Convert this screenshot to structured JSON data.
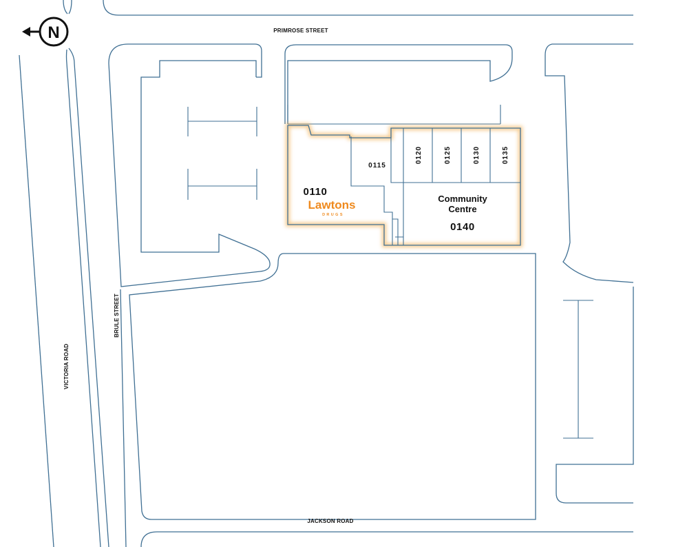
{
  "compass": {
    "label": "N",
    "icon": "north-arrow-icon"
  },
  "streets": {
    "primrose": "PRIMROSE STREET",
    "brule": "BRULE STREET",
    "victoria": "VICTORIA ROAD",
    "jackson": "JACKSON ROAD"
  },
  "units": {
    "u0110": "0110",
    "u0115": "0115",
    "u0120": "0120",
    "u0125": "0125",
    "u0130": "0130",
    "u0135": "0135",
    "u0140": "0140"
  },
  "community": {
    "line1": "Community",
    "line2": "Centre"
  },
  "tenant": {
    "name": "Lawtons",
    "sub": "DRUGS"
  },
  "colors": {
    "line": "#3f6f93",
    "brand": "#ef8a1e",
    "highlight": "#f2b45c",
    "text": "#111111"
  }
}
